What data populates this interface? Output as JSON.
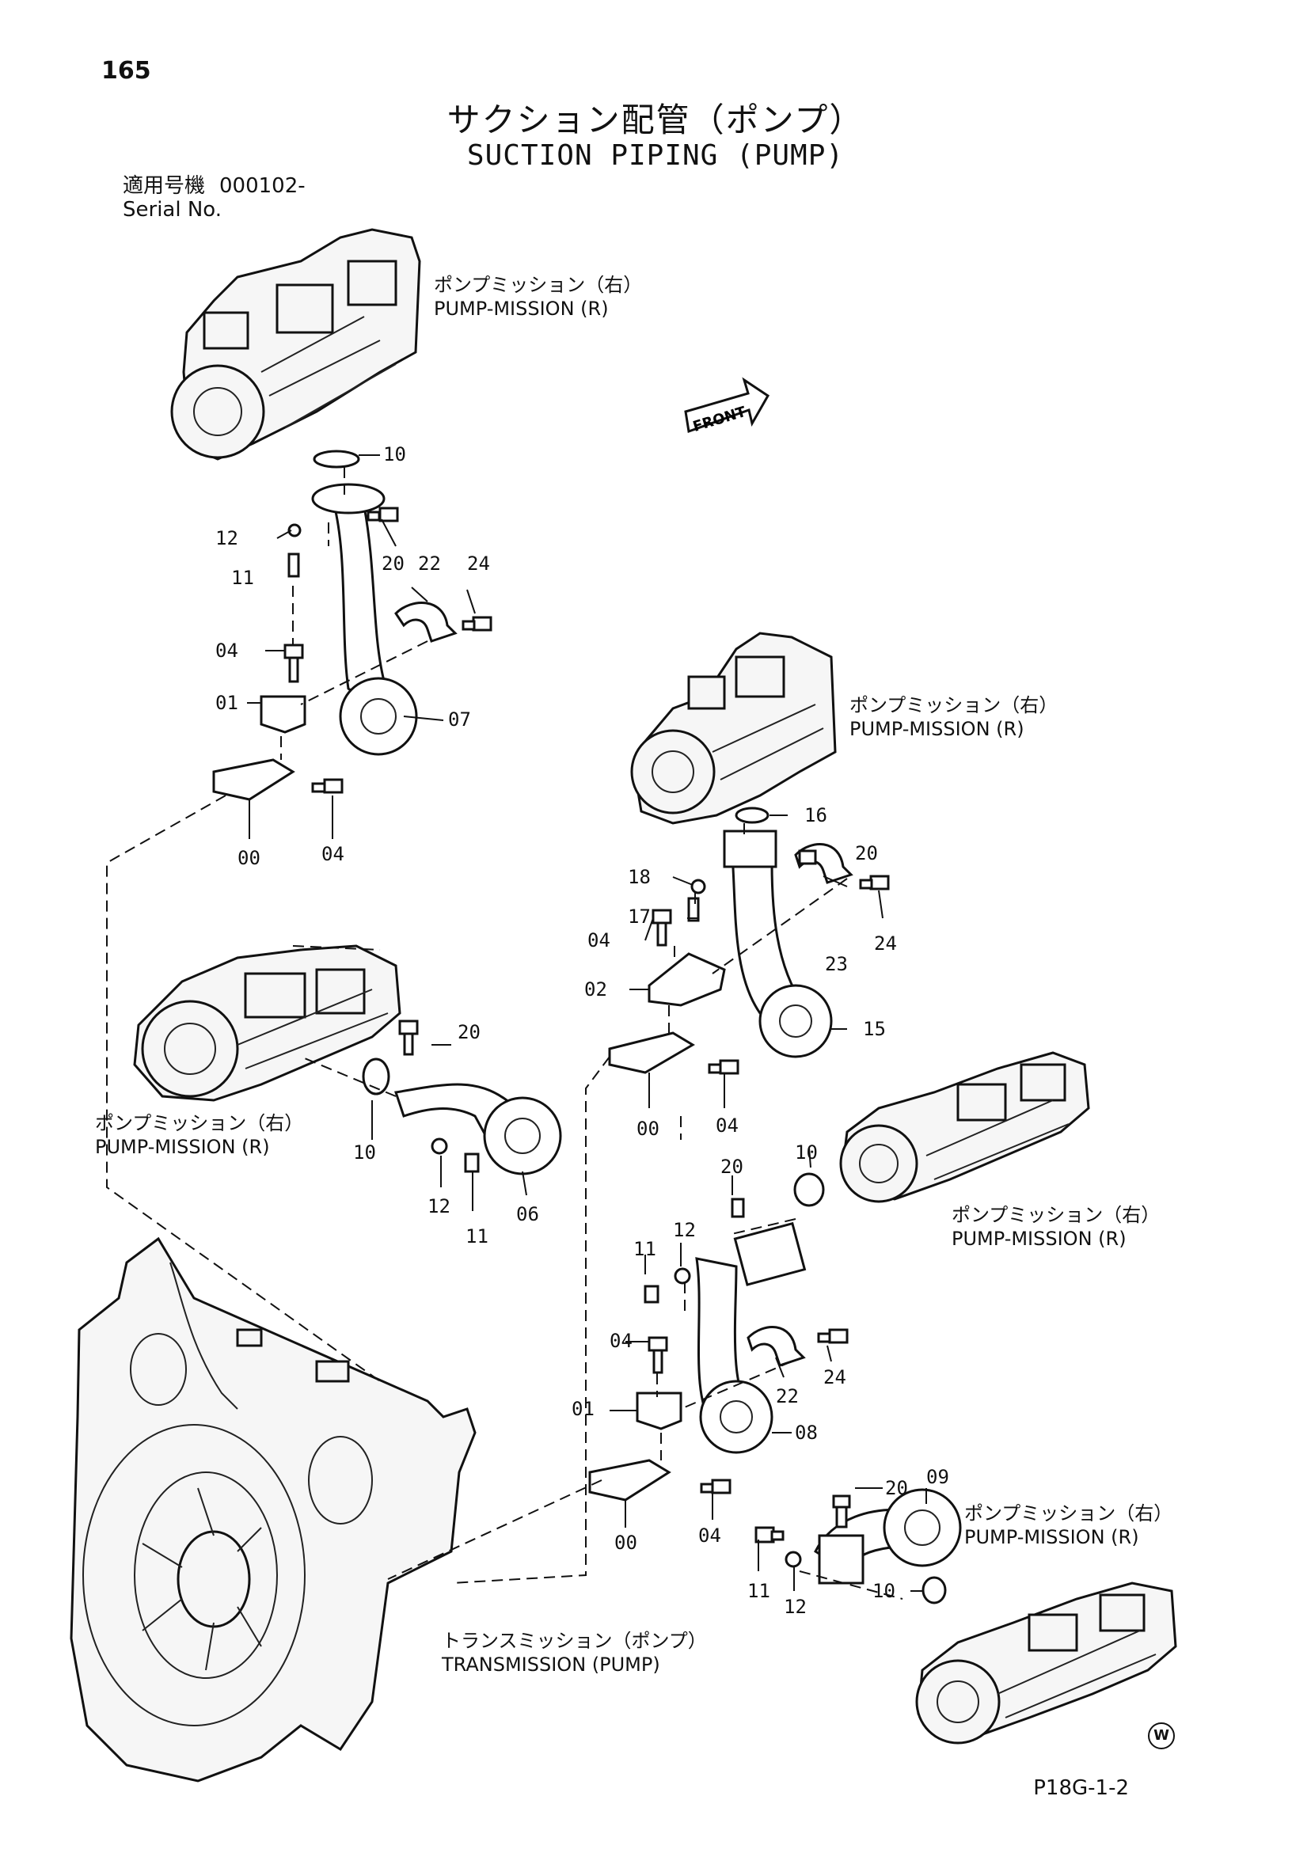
{
  "page": {
    "number": "165",
    "title_ja": "サクション配管（ポンプ）",
    "title_en": "SUCTION PIPING (PUMP)",
    "serial_label_ja": "適用号機",
    "serial_value": "000102-",
    "serial_label_en": "Serial No.",
    "drawing_no": "P18G-1-2",
    "watermark": "W"
  },
  "labels": {
    "pump_mission_ja": "ポンプミッション（右）",
    "pump_mission_en": "PUMP-MISSION (R)",
    "transmission_ja": "トランスミッション（ポンプ）",
    "transmission_en": "TRANSMISSION (PUMP)",
    "front": "FRONT"
  },
  "part_numbers": {
    "a_10": "10",
    "a_12": "12",
    "a_20": "20",
    "a_22": "22",
    "a_24": "24",
    "a_11": "11",
    "a_04": "04",
    "a_01": "01",
    "a_07": "07",
    "a_00": "00",
    "a_04b": "04",
    "b_16": "16",
    "b_18": "18",
    "b_20": "20",
    "b_17": "17",
    "b_04": "04",
    "b_24": "24",
    "b_23": "23",
    "b_02": "02",
    "b_15": "15",
    "b_00": "00",
    "b_04b": "04",
    "c_20": "20",
    "c_10": "10",
    "c_12": "12",
    "c_11": "11",
    "c_06": "06",
    "d_20": "20",
    "d_10": "10",
    "d_12": "12",
    "d_11": "11",
    "d_04": "04",
    "d_24": "24",
    "d_22": "22",
    "d_01": "01",
    "d_08": "08",
    "d_00": "00",
    "d_04b": "04",
    "e_20": "20",
    "e_09": "09",
    "e_11": "11",
    "e_12": "12",
    "e_10": "10"
  }
}
